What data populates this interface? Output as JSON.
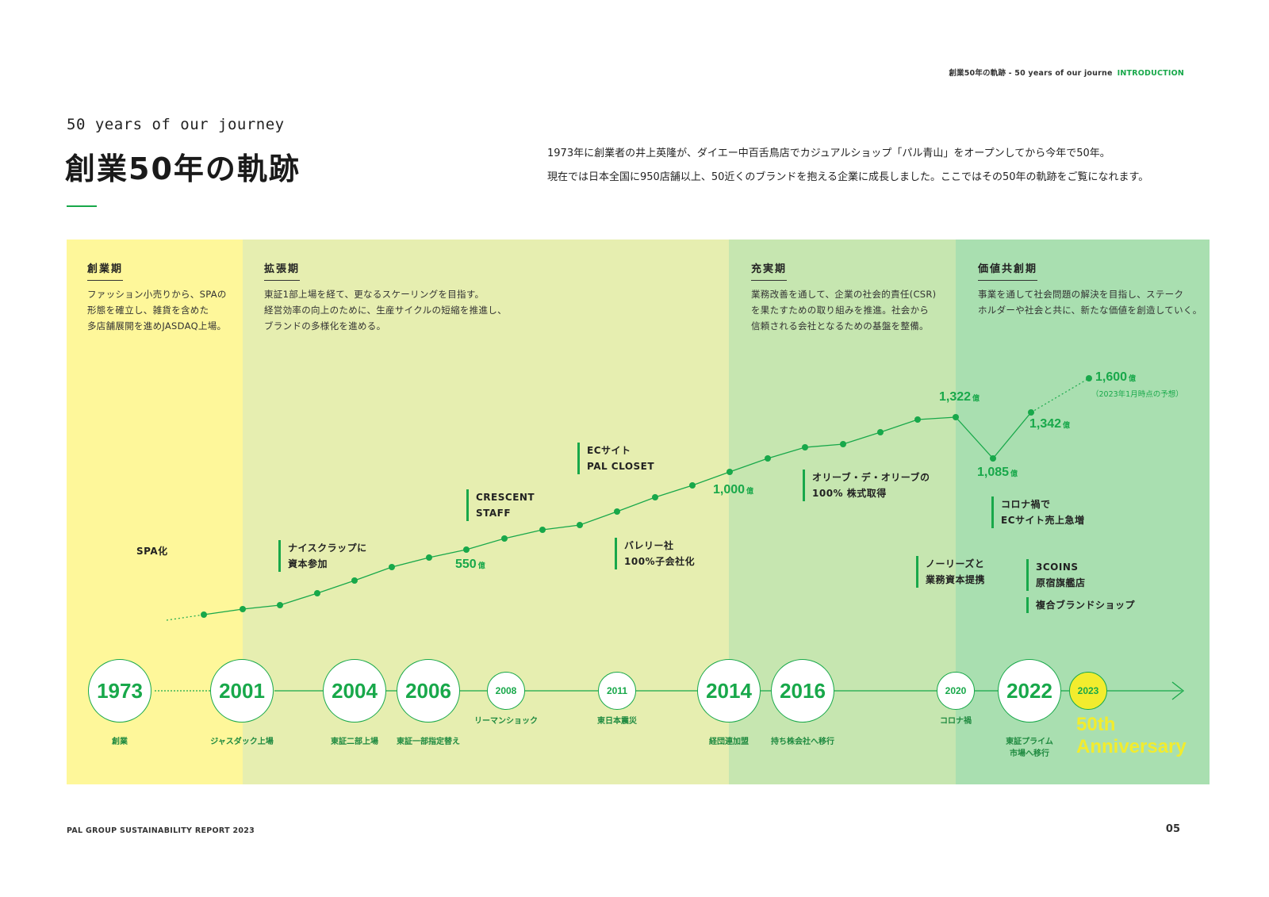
{
  "header": {
    "breadcrumb": "創業50年の軌跡 - 50 years of our journe",
    "section": "INTRODUCTION"
  },
  "title": {
    "en": "50 years of our journey",
    "jp": "創業50年の軌跡"
  },
  "intro": [
    "1973年に創業者の井上英隆が、ダイエー中百舌鳥店でカジュアルショップ「パル青山」をオープンしてから今年で50年。",
    "現在では日本全国に950店舗以上、50近くのブランドを抱える企業に成長しました。ここではその50年の軌跡をご覧になれます。"
  ],
  "colors": {
    "accent": "#18a84a",
    "era1": "#fef79a",
    "era2": "#e6eeb0",
    "era3": "#c6e6b0",
    "era4": "#a9dfb0",
    "anniversary": "#f2ec2e"
  },
  "eras": [
    {
      "title": "創業期",
      "desc": [
        "ファッション小売りから、SPAの",
        "形態を確立し、雑貨を含めた",
        "多店舗展開を進めJASDAQ上場。"
      ]
    },
    {
      "title": "拡張期",
      "desc": [
        "東証1部上場を経て、更なるスケーリングを目指す。",
        "経営効率の向上のために、生産サイクルの短縮を推進し、",
        "ブランドの多様化を進める。"
      ]
    },
    {
      "title": "充実期",
      "desc": [
        "業務改善を通して、企業の社会的責任(CSR)",
        "を果たすための取り組みを推進。社会から",
        "信頼される会社となるための基盤を整備。"
      ]
    },
    {
      "title": "価値共創期",
      "desc": [
        "事業を通して社会問題の解決を目指し、ステーク",
        "ホルダーや社会と共に、新たな価値を創造していく。"
      ]
    }
  ],
  "milestones": [
    {
      "year": "1973",
      "label": "創業"
    },
    {
      "year": "2001",
      "label": "ジャスダック上場"
    },
    {
      "year": "2004",
      "label": "東証二部上場"
    },
    {
      "year": "2006",
      "label": "東証一部指定替え"
    },
    {
      "year": "2008",
      "label": "リーマンショック"
    },
    {
      "year": "2011",
      "label": "東日本震災"
    },
    {
      "year": "2014",
      "label": "経団連加盟"
    },
    {
      "year": "2016",
      "label": "持ち株会社へ移行"
    },
    {
      "year": "2020",
      "label": "コロナ禍"
    },
    {
      "year": "2022",
      "label": "東証プライム\n市場へ移行"
    },
    {
      "year": "2023",
      "label": ""
    }
  ],
  "anniversary": [
    "50th",
    "Anniversary"
  ],
  "events": {
    "spa": "SPA化",
    "nice_claup": [
      "ナイスクラップに",
      "資本参加"
    ],
    "crescent": [
      "CRESCENT",
      "STAFF"
    ],
    "ec_site": [
      "ECサイト",
      "PAL CLOSET"
    ],
    "valley": [
      "バレリー社",
      "100%子会社化"
    ],
    "olive": [
      "オリーブ・デ・オリーブの",
      "100% 株式取得"
    ],
    "corona_ec": [
      "コロナ禍で",
      "ECサイト売上急増"
    ],
    "nories": [
      "ノーリーズと",
      "業務資本提携"
    ],
    "threecoins": [
      "3COINS",
      "原宿旗艦店"
    ],
    "complex": [
      "複合ブランドショップ"
    ]
  },
  "sales_labels": {
    "v550": "550",
    "v1000": "1,000",
    "v1322": "1,322",
    "v1085": "1,085",
    "v1342": "1,342",
    "v1600": "1,600",
    "unit": "億",
    "forecast_note": "（2023年1月時点の予想）"
  },
  "footer": {
    "report": "PAL GROUP SUSTAINABILITY REPORT 2023",
    "page": "05"
  }
}
